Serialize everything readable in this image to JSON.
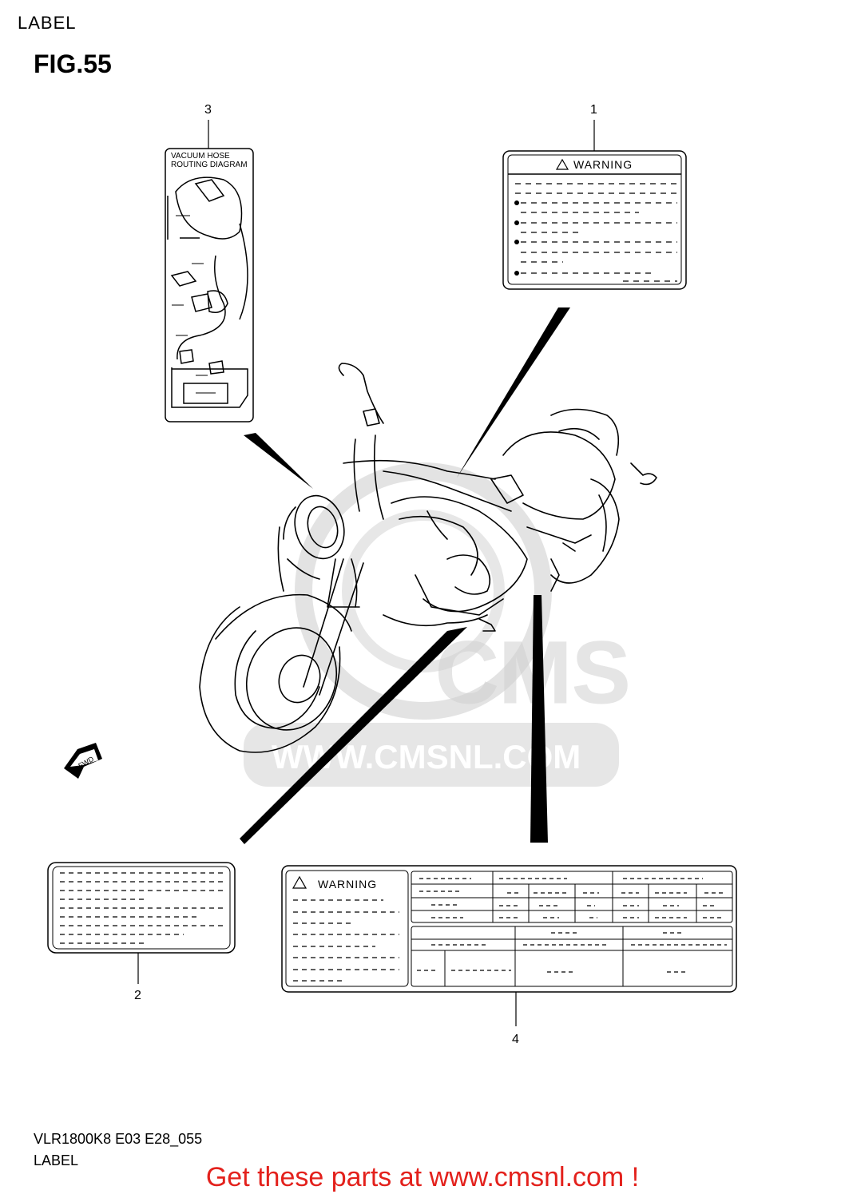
{
  "header": {
    "title": "LABEL"
  },
  "figure": {
    "title": "FIG.55"
  },
  "callouts": [
    {
      "num": "1"
    },
    {
      "num": "2"
    },
    {
      "num": "3"
    },
    {
      "num": "4"
    }
  ],
  "label_1": {
    "heading": "WARNING"
  },
  "label_3": {
    "line1": "VACUUM HOSE",
    "line2": "ROUTING DIAGRAM"
  },
  "label_4": {
    "heading": "WARNING"
  },
  "fwd_arrow": {
    "text": "FWD"
  },
  "watermark": {
    "logo": "CMS",
    "url": "WWW.CMSNL.COM"
  },
  "footer": {
    "code": "VLR1800K8 E03 E28_055",
    "title": "LABEL",
    "banner": "Get these parts at www.cmsnl.com !"
  },
  "colors": {
    "banner": "#e3211c",
    "watermark": "#c8c8c8",
    "lines": "#000000"
  }
}
